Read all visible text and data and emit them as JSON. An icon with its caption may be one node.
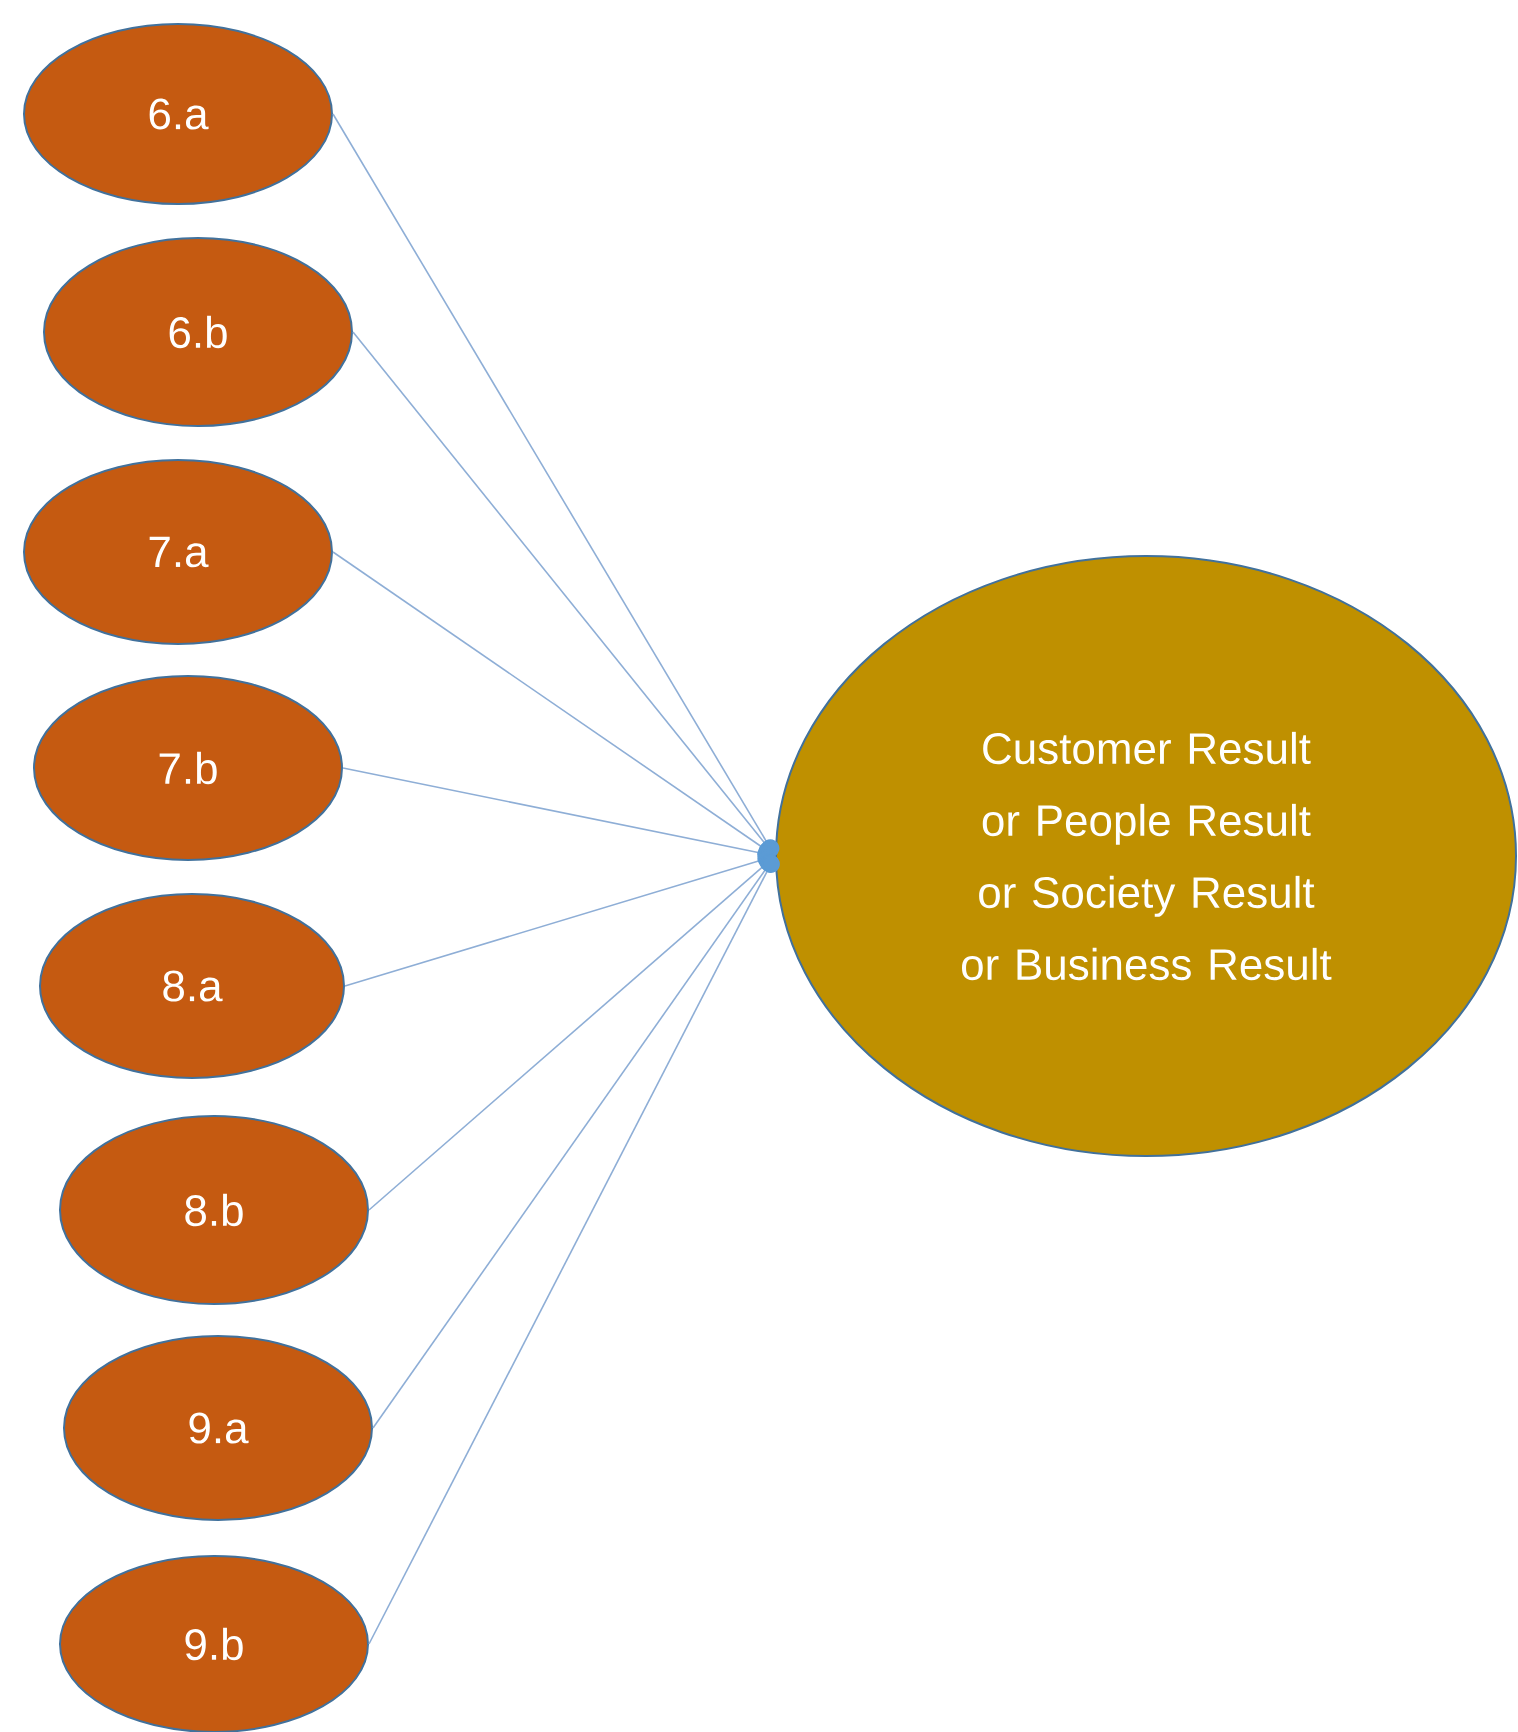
{
  "diagram": {
    "nodes": [
      {
        "text": [
          "6.a"
        ]
      },
      {
        "text": [
          "6.b"
        ]
      },
      {
        "text": [
          "7.a"
        ]
      },
      {
        "text": [
          "7.b"
        ]
      },
      {
        "text": [
          "8.a"
        ]
      },
      {
        "text": [
          "8.b"
        ]
      },
      {
        "text": [
          "9.a"
        ]
      },
      {
        "text": [
          "9.b"
        ]
      },
      {
        "text": [
          "Customer Result or People Result or Society Result or Business Result"
        ]
      }
    ],
    "edges": [
      {
        "from": 0,
        "to": 8,
        "arrow": "other"
      },
      {
        "from": 1,
        "to": 8,
        "arrow": "other"
      },
      {
        "from": 2,
        "to": 8,
        "arrow": "other"
      },
      {
        "from": 3,
        "to": 8,
        "arrow": "other"
      },
      {
        "from": 4,
        "to": 8,
        "arrow": "other"
      },
      {
        "from": 5,
        "to": 8,
        "arrow": "other"
      },
      {
        "from": 6,
        "to": 8,
        "arrow": "other"
      },
      {
        "from": 7,
        "to": 8,
        "arrow": "other"
      }
    ]
  }
}
